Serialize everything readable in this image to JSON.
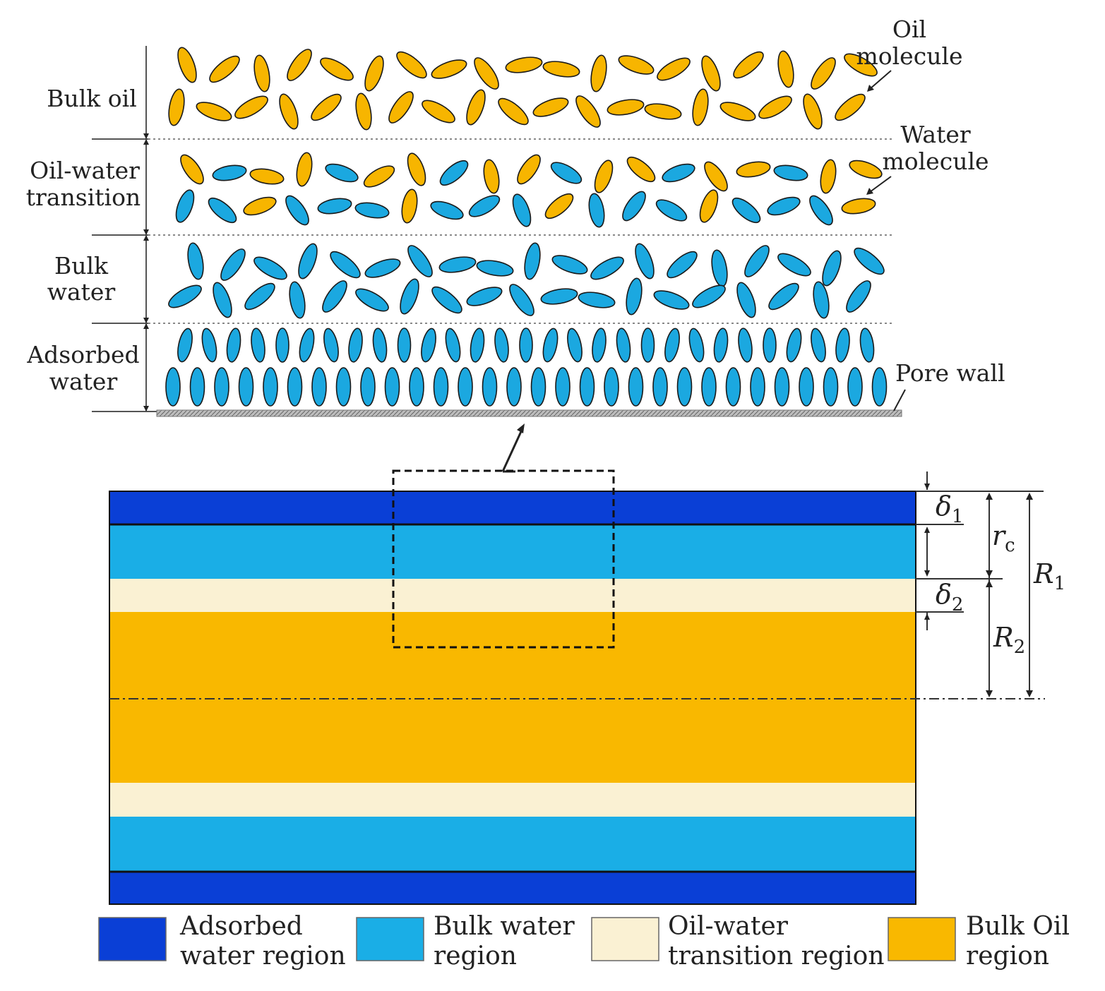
{
  "colors": {
    "oil": "#F7B500",
    "water": "#1BA8E0",
    "adsorbed_region": "#0A3FD6",
    "bulk_water_region": "#1AAEE6",
    "transition_region": "#FAF1D3",
    "oil_region": "#F9B800",
    "outline": "#1a1a1a",
    "wall": "#9a9a9a"
  },
  "molecular_view": {
    "layers": {
      "bulk_oil": [
        "Bulk oil"
      ],
      "transition": [
        "Oil-water",
        "transition"
      ],
      "bulk_water": [
        "Bulk",
        "water"
      ],
      "adsorbed": [
        "Adsorbed",
        "water"
      ]
    },
    "callouts": {
      "oil_molecule": [
        "Oil",
        "molecule"
      ],
      "water_molecule": [
        "Water",
        "molecule"
      ],
      "pore_wall": "Pore wall"
    }
  },
  "pore_section": {
    "dimensions": {
      "delta1": {
        "base": "δ",
        "sub": "1"
      },
      "rc": {
        "base": "r",
        "sub": "c"
      },
      "R1": {
        "base": "R",
        "sub": "1"
      },
      "delta2": {
        "base": "δ",
        "sub": "2"
      },
      "R2": {
        "base": "R",
        "sub": "2"
      }
    }
  },
  "legend": [
    {
      "lines": [
        "Adsorbed",
        "water region"
      ],
      "color_key": "adsorbed_region"
    },
    {
      "lines": [
        "Bulk water",
        "region"
      ],
      "color_key": "bulk_water_region"
    },
    {
      "lines": [
        "Oil-water",
        "transition region"
      ],
      "color_key": "transition_region"
    },
    {
      "lines": [
        "Bulk Oil",
        "region"
      ],
      "color_key": "oil_region"
    }
  ]
}
